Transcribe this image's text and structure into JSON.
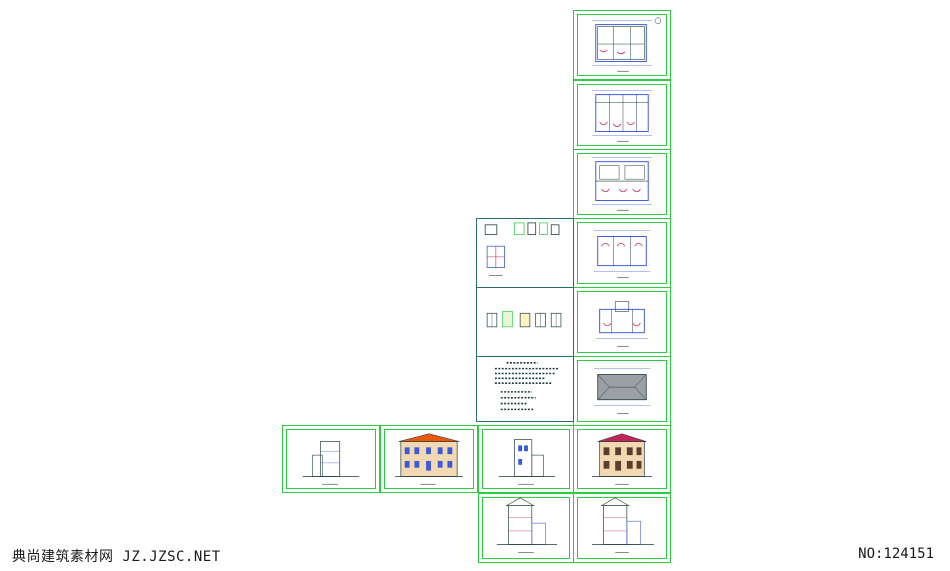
{
  "footer": {
    "site_watermark": "典尚建筑素材网 JZ.JZSC.NET",
    "serial_number": "NO:124151"
  },
  "colors": {
    "frame_green": "#2ecc40",
    "drawing_blue": "#3b5bdb",
    "drawing_magenta": "#c2255c",
    "drawing_dark": "#1f3a3a",
    "background": "#ffffff"
  },
  "sheets": [
    {
      "id": "floor-plan-1",
      "kind": "floor-plan"
    },
    {
      "id": "floor-plan-2",
      "kind": "floor-plan"
    },
    {
      "id": "floor-plan-3",
      "kind": "floor-plan"
    },
    {
      "id": "floor-plan-4",
      "kind": "floor-plan"
    },
    {
      "id": "floor-plan-5",
      "kind": "floor-plan"
    },
    {
      "id": "roof-plan",
      "kind": "roof-plan"
    },
    {
      "id": "detail-sheet",
      "kind": "details"
    },
    {
      "id": "door-window-sheet",
      "kind": "door-window-schedule"
    },
    {
      "id": "notes-sheet",
      "kind": "design-notes"
    },
    {
      "id": "elevation-1",
      "kind": "elevation"
    },
    {
      "id": "elevation-2",
      "kind": "elevation"
    },
    {
      "id": "elevation-3",
      "kind": "elevation"
    },
    {
      "id": "elevation-4",
      "kind": "elevation"
    },
    {
      "id": "section-1",
      "kind": "section"
    },
    {
      "id": "section-2",
      "kind": "section"
    }
  ]
}
